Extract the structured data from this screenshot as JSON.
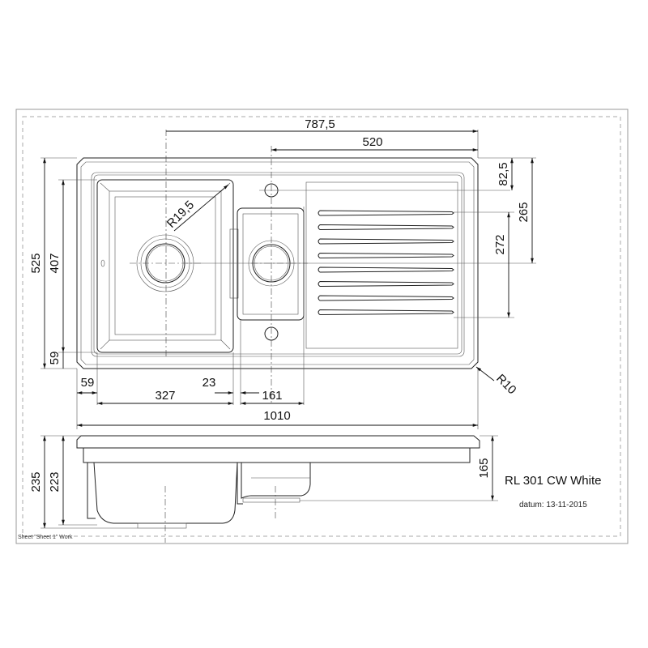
{
  "title_block": {
    "model": "RL 301 CW White",
    "date": "datum: 13-11-2015",
    "sheet": "Sheet \"Sheet 1\" Work"
  },
  "dimensions": {
    "d787": "787,5",
    "d520": "520",
    "d82": "82,5",
    "d265": "265",
    "d272": "272",
    "d525": "525",
    "d407": "407",
    "d59v": "59",
    "d59h": "59",
    "d327": "327",
    "d23": "23",
    "d161": "161",
    "d1010": "1010",
    "r10": "R10",
    "r19": "R19,5",
    "d235": "235",
    "d223": "223",
    "d165": "165"
  },
  "colors": {
    "line": "#222222",
    "frame": "#999999"
  }
}
